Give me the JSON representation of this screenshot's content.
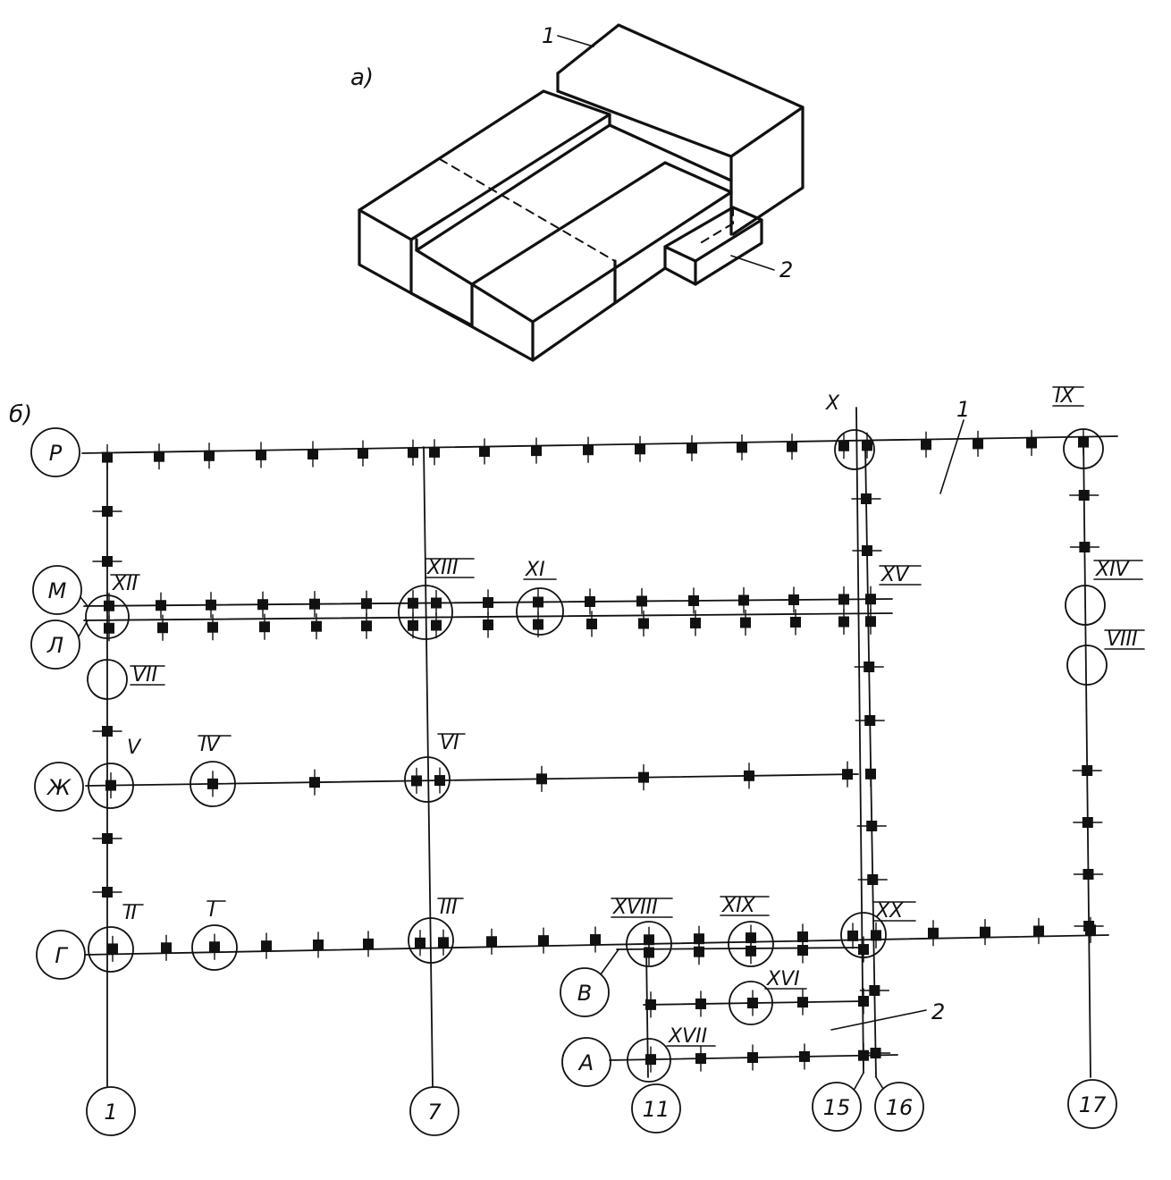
{
  "panels": {
    "a": {
      "label": "а)",
      "callouts": [
        "1",
        "2"
      ]
    },
    "b": {
      "label": "б)",
      "callouts": [
        "1",
        "2"
      ]
    }
  },
  "axes": {
    "rows": [
      "Р",
      "М",
      "Л",
      "Ж",
      "Г",
      "В",
      "А"
    ],
    "columns": [
      "1",
      "7",
      "11",
      "15",
      "16",
      "17"
    ]
  },
  "nodes": [
    "I",
    "II",
    "III",
    "IV",
    "V",
    "VI",
    "VII",
    "VIII",
    "IX",
    "X",
    "XI",
    "XII",
    "XIII",
    "XIV",
    "XV",
    "XVI",
    "XVII",
    "XVIII",
    "XIX",
    "XX"
  ]
}
